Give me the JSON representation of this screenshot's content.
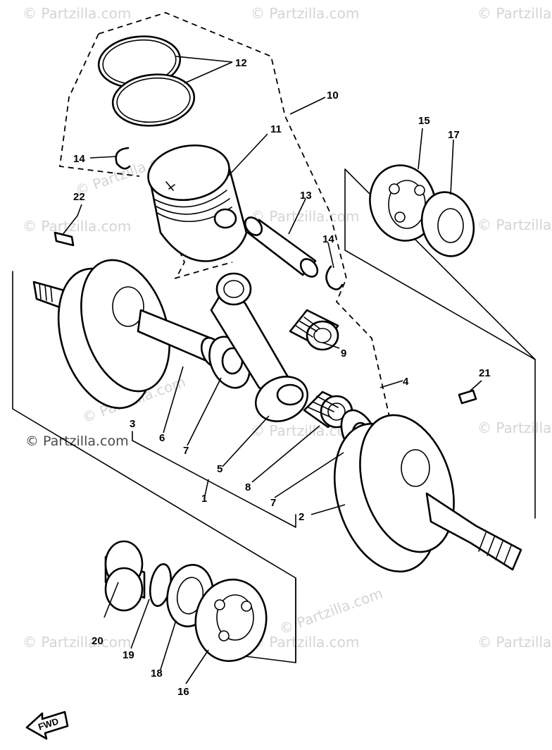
{
  "watermark": {
    "text": "© Partzilla.com",
    "light_color": "#d4d4d4",
    "dark_color": "#4a4a4a"
  },
  "callouts": {
    "c1": "1",
    "c2": "2",
    "c3": "3",
    "c4": "4",
    "c5": "5",
    "c6": "6",
    "c7a": "7",
    "c7b": "7",
    "c8": "8",
    "c9": "9",
    "c10": "10",
    "c11": "11",
    "c12": "12",
    "c13": "13",
    "c14a": "14",
    "c14b": "14",
    "c15": "15",
    "c16": "16",
    "c17": "17",
    "c18": "18",
    "c19": "19",
    "c20": "20",
    "c21": "21",
    "c22": "22"
  },
  "fwd_label": "FWD"
}
